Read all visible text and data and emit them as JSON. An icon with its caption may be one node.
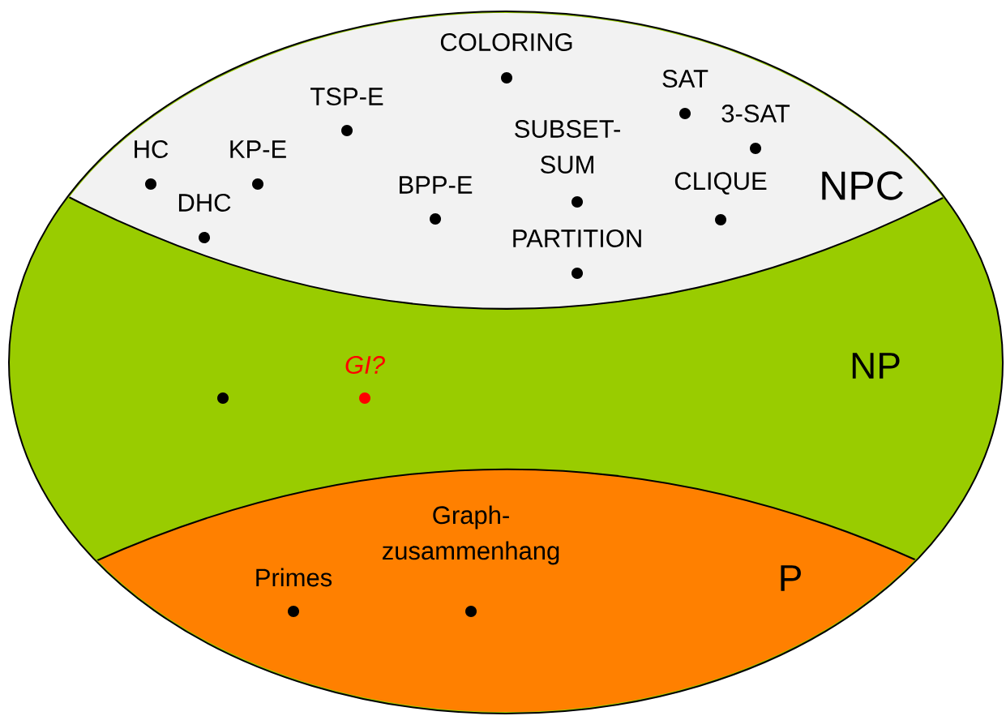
{
  "diagram": {
    "nodes": [
      {
        "text": [
          "NP"
        ]
      },
      {
        "text": [
          "NPC"
        ],
        "in": 0
      },
      {
        "text": [],
        "shape": "circle",
        "in": 1,
        "beside": [
          "COLORING"
        ]
      },
      {
        "text": [],
        "shape": "circle",
        "in": 1,
        "beside": [
          "SAT"
        ]
      },
      {
        "text": [],
        "shape": "circle",
        "in": 1,
        "beside": [
          "TSP-E"
        ]
      },
      {
        "text": [],
        "shape": "circle",
        "in": 1,
        "beside": [
          "3-SAT"
        ]
      },
      {
        "text": [],
        "shape": "circle",
        "in": 1,
        "beside": [
          "HC"
        ]
      },
      {
        "text": [],
        "shape": "circle",
        "in": 1,
        "beside": [
          "KP-E"
        ]
      },
      {
        "text": [],
        "shape": "circle",
        "in": 1,
        "beside": [
          "SUBSET-SUM"
        ]
      },
      {
        "text": [],
        "shape": "circle",
        "in": 1,
        "beside": [
          "CLIQUE"
        ]
      },
      {
        "text": [],
        "shape": "circle",
        "in": 1,
        "beside": [
          "BPP-E"
        ]
      },
      {
        "text": [],
        "shape": "circle",
        "in": 1,
        "beside": [
          "DHC"
        ]
      },
      {
        "text": [],
        "shape": "circle",
        "in": 1,
        "beside": [
          "PARTITION"
        ]
      },
      {
        "text": [],
        "shape": "circle",
        "in": 0
      },
      {
        "text": [],
        "shape": "circle",
        "in": 0,
        "beside": [
          "GI?"
        ]
      },
      {
        "text": [
          "P"
        ],
        "in": 0
      },
      {
        "text": [],
        "shape": "circle",
        "in": 15,
        "beside": [
          "Primes"
        ]
      },
      {
        "text": [],
        "shape": "circle",
        "in": 15,
        "beside": [
          "Graph-zusammenhang"
        ]
      }
    ]
  }
}
